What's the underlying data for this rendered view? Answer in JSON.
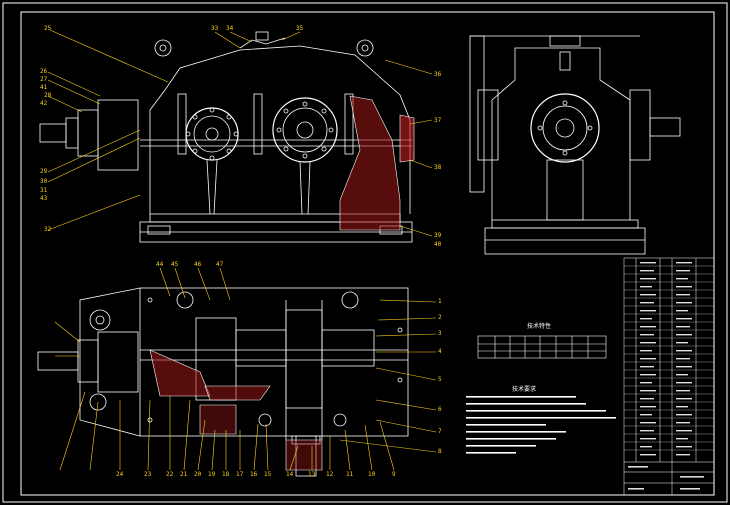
{
  "drawing": {
    "front_view_labels": [
      "25",
      "26",
      "27",
      "28",
      "29",
      "30",
      "31",
      "32",
      "33",
      "34",
      "35",
      "36",
      "37",
      "38",
      "39",
      "40",
      "41",
      "42",
      "43"
    ],
    "plan_view_labels": [
      "1",
      "2",
      "3",
      "4",
      "5",
      "6",
      "7",
      "8",
      "9",
      "10",
      "11",
      "12",
      "13",
      "14",
      "15",
      "16",
      "17",
      "18",
      "19",
      "20",
      "21",
      "22",
      "23",
      "24",
      "44",
      "45",
      "46",
      "47"
    ],
    "tech_params_title": "技术特性",
    "tech_requirements_title": "技术要求"
  },
  "colors": {
    "background": "#000000",
    "outline": "#ffffff",
    "hatch": "#c02020",
    "leader": "#ffd21a",
    "frame": "#ffffff"
  }
}
